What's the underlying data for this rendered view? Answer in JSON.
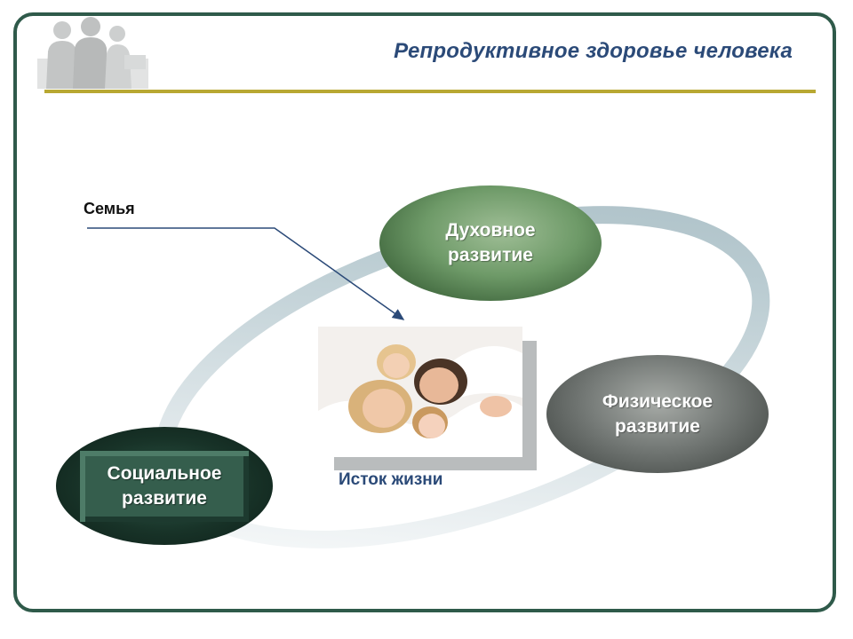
{
  "slide": {
    "title": "Репродуктивное здоровье человека",
    "colors": {
      "frame": "#2f5a4a",
      "rule": "#b8a832",
      "title": "#2b4a78",
      "arrow": "#2b4a78"
    }
  },
  "diagram": {
    "source_label": "Семья",
    "center_caption": "Исток жизни",
    "nodes": [
      {
        "id": "spiritual",
        "label": "Духовное\nразвитие",
        "color": "#6e9a68"
      },
      {
        "id": "physical",
        "label": "Физическое\nразвитие",
        "color": "#757a77"
      },
      {
        "id": "social",
        "label": "Социальное\nразвитие",
        "color": "#183328"
      }
    ]
  },
  "images": {
    "logo": "business-people-silhouette",
    "center_photo": "family-photo"
  }
}
